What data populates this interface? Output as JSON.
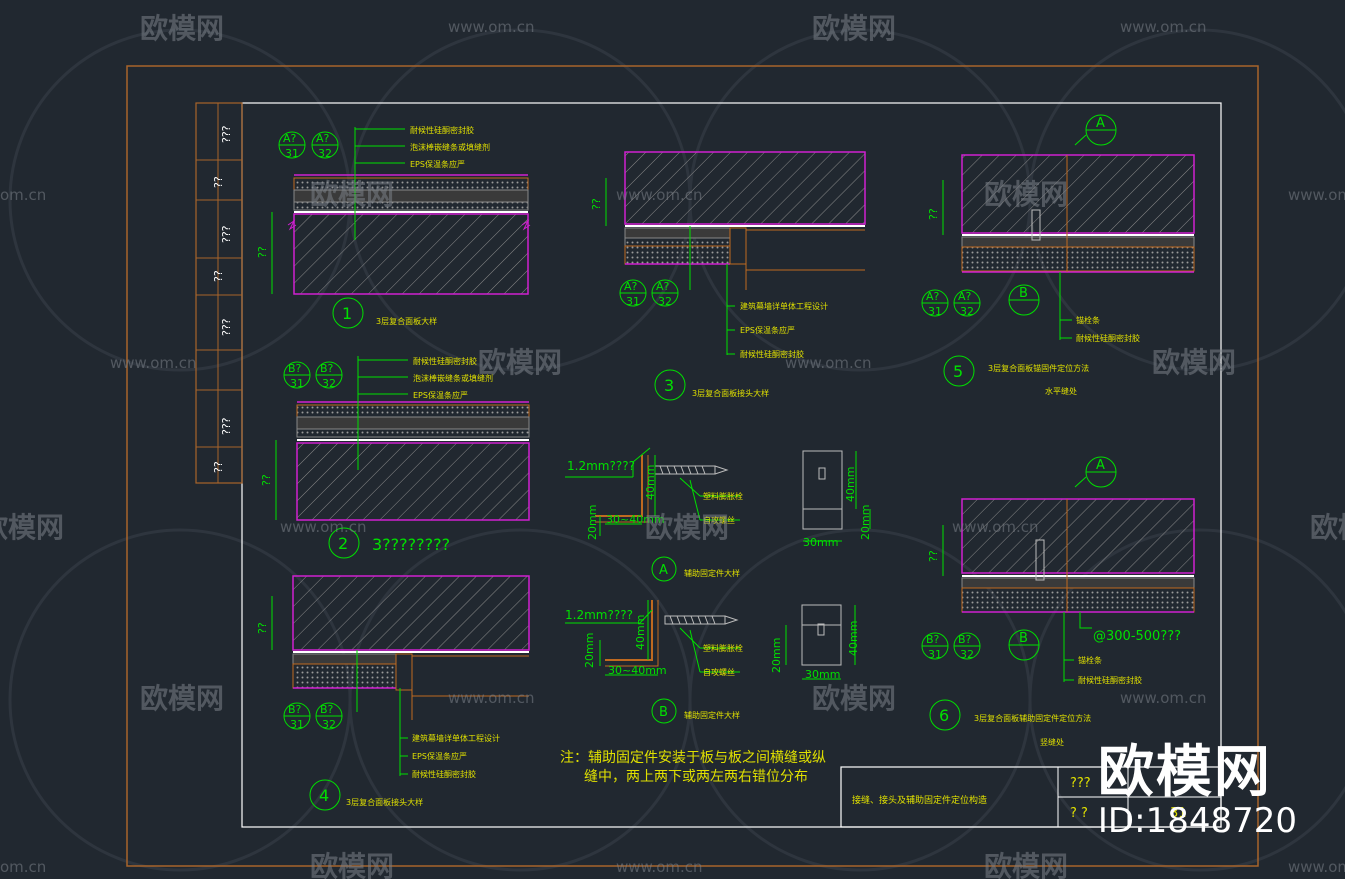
{
  "watermarks": {
    "brand_cn": "欧模网",
    "url": "www.om.cn",
    "url_partial": "om.cn"
  },
  "overlay": {
    "brand": "欧模网",
    "id": "ID:1848720"
  },
  "left_strip": [
    "???",
    "??",
    "???",
    "??",
    "???",
    "???",
    "??"
  ],
  "details": {
    "d1": {
      "num": "1",
      "title": "3层复合面板大样",
      "tags": [
        [
          "A?",
          "31"
        ],
        [
          "A?",
          "32"
        ]
      ],
      "notes": [
        "耐候性硅酮密封胶",
        "泡沫棒嵌缝条或填缝剂",
        "EPS保温条应严"
      ],
      "dim": "??"
    },
    "d2": {
      "num": "2",
      "title": "3????????",
      "tags": [
        [
          "B?",
          "31"
        ],
        [
          "B?",
          "32"
        ]
      ],
      "notes": [
        "耐候性硅酮密封胶",
        "泡沫棒嵌缝条或填缝剂",
        "EPS保温条应严"
      ],
      "dim": "??"
    },
    "d3": {
      "num": "3",
      "title": "3层复合面板接头大样",
      "tags": [
        [
          "A?",
          "31"
        ],
        [
          "A?",
          "32"
        ]
      ],
      "notes": [
        "建筑幕墙详单体工程设计",
        "EPS保温条应严",
        "耐候性硅酮密封胶"
      ],
      "dim": "??"
    },
    "d4": {
      "num": "4",
      "title": "3层复合面板接头大样",
      "tags": [
        [
          "B?",
          "31"
        ],
        [
          "B?",
          "32"
        ]
      ],
      "notes": [
        "建筑幕墙详单体工程设计",
        "EPS保温条应严",
        "耐候性硅酮密封胶"
      ],
      "dim": "??"
    },
    "d5": {
      "num": "5",
      "title": "3层复合面板锚固件定位方法",
      "subtitle": "水平缝处",
      "tag_top": "A",
      "tags": [
        [
          "A?",
          "31"
        ],
        [
          "A?",
          "32"
        ]
      ],
      "tag_b": "B",
      "notes": [
        "锚栓条",
        "耐候性硅酮密封胶"
      ],
      "dim": "??"
    },
    "d6": {
      "num": "6",
      "title": "3层复合面板辅助固定件定位方法",
      "subtitle": "竖缝处",
      "tag_top": "A",
      "tags": [
        [
          "B?",
          "31"
        ],
        [
          "B?",
          "32"
        ]
      ],
      "tag_b": "B",
      "spacing": "@300-500???",
      "notes": [
        "锚栓条",
        "耐候性硅酮密封胶"
      ],
      "dim": "??"
    },
    "dA": {
      "num": "A",
      "title": "辅助固定件大样",
      "thick": "1.2mm????",
      "dims": [
        "40mm",
        "20mm",
        "30~40mm"
      ],
      "notes": [
        "塑料膨胀栓",
        "自攻螺丝"
      ],
      "side_dims": [
        "40mm",
        "20mm",
        "30mm"
      ]
    },
    "dB": {
      "num": "B",
      "title": "辅助固定件大样",
      "thick": "1.2mm????",
      "dims": [
        "40mm",
        "20mm",
        "30~40mm"
      ],
      "notes": [
        "塑料膨胀栓",
        "自攻螺丝"
      ],
      "side_dims": [
        "40mm",
        "20mm",
        "30mm"
      ]
    }
  },
  "note": {
    "line1": "注：辅助固定件安装于板与板之间横缝或纵",
    "line2": "缝中，两上两下或两左两右错位分布"
  },
  "title_block": {
    "drawing_title": "接缝、接头及辅助固定件定位构造",
    "row1_label": "???",
    "row2_label": "?  ?",
    "row1_value": "",
    "row2_value": "31"
  },
  "colors": {
    "background": "#212830",
    "frame_outer": "#a8642a",
    "frame_inner": "#ffffff",
    "green": "#00e000",
    "magenta": "#d020d0",
    "hatch": "#9a9a9a",
    "orange": "#c06a20"
  }
}
